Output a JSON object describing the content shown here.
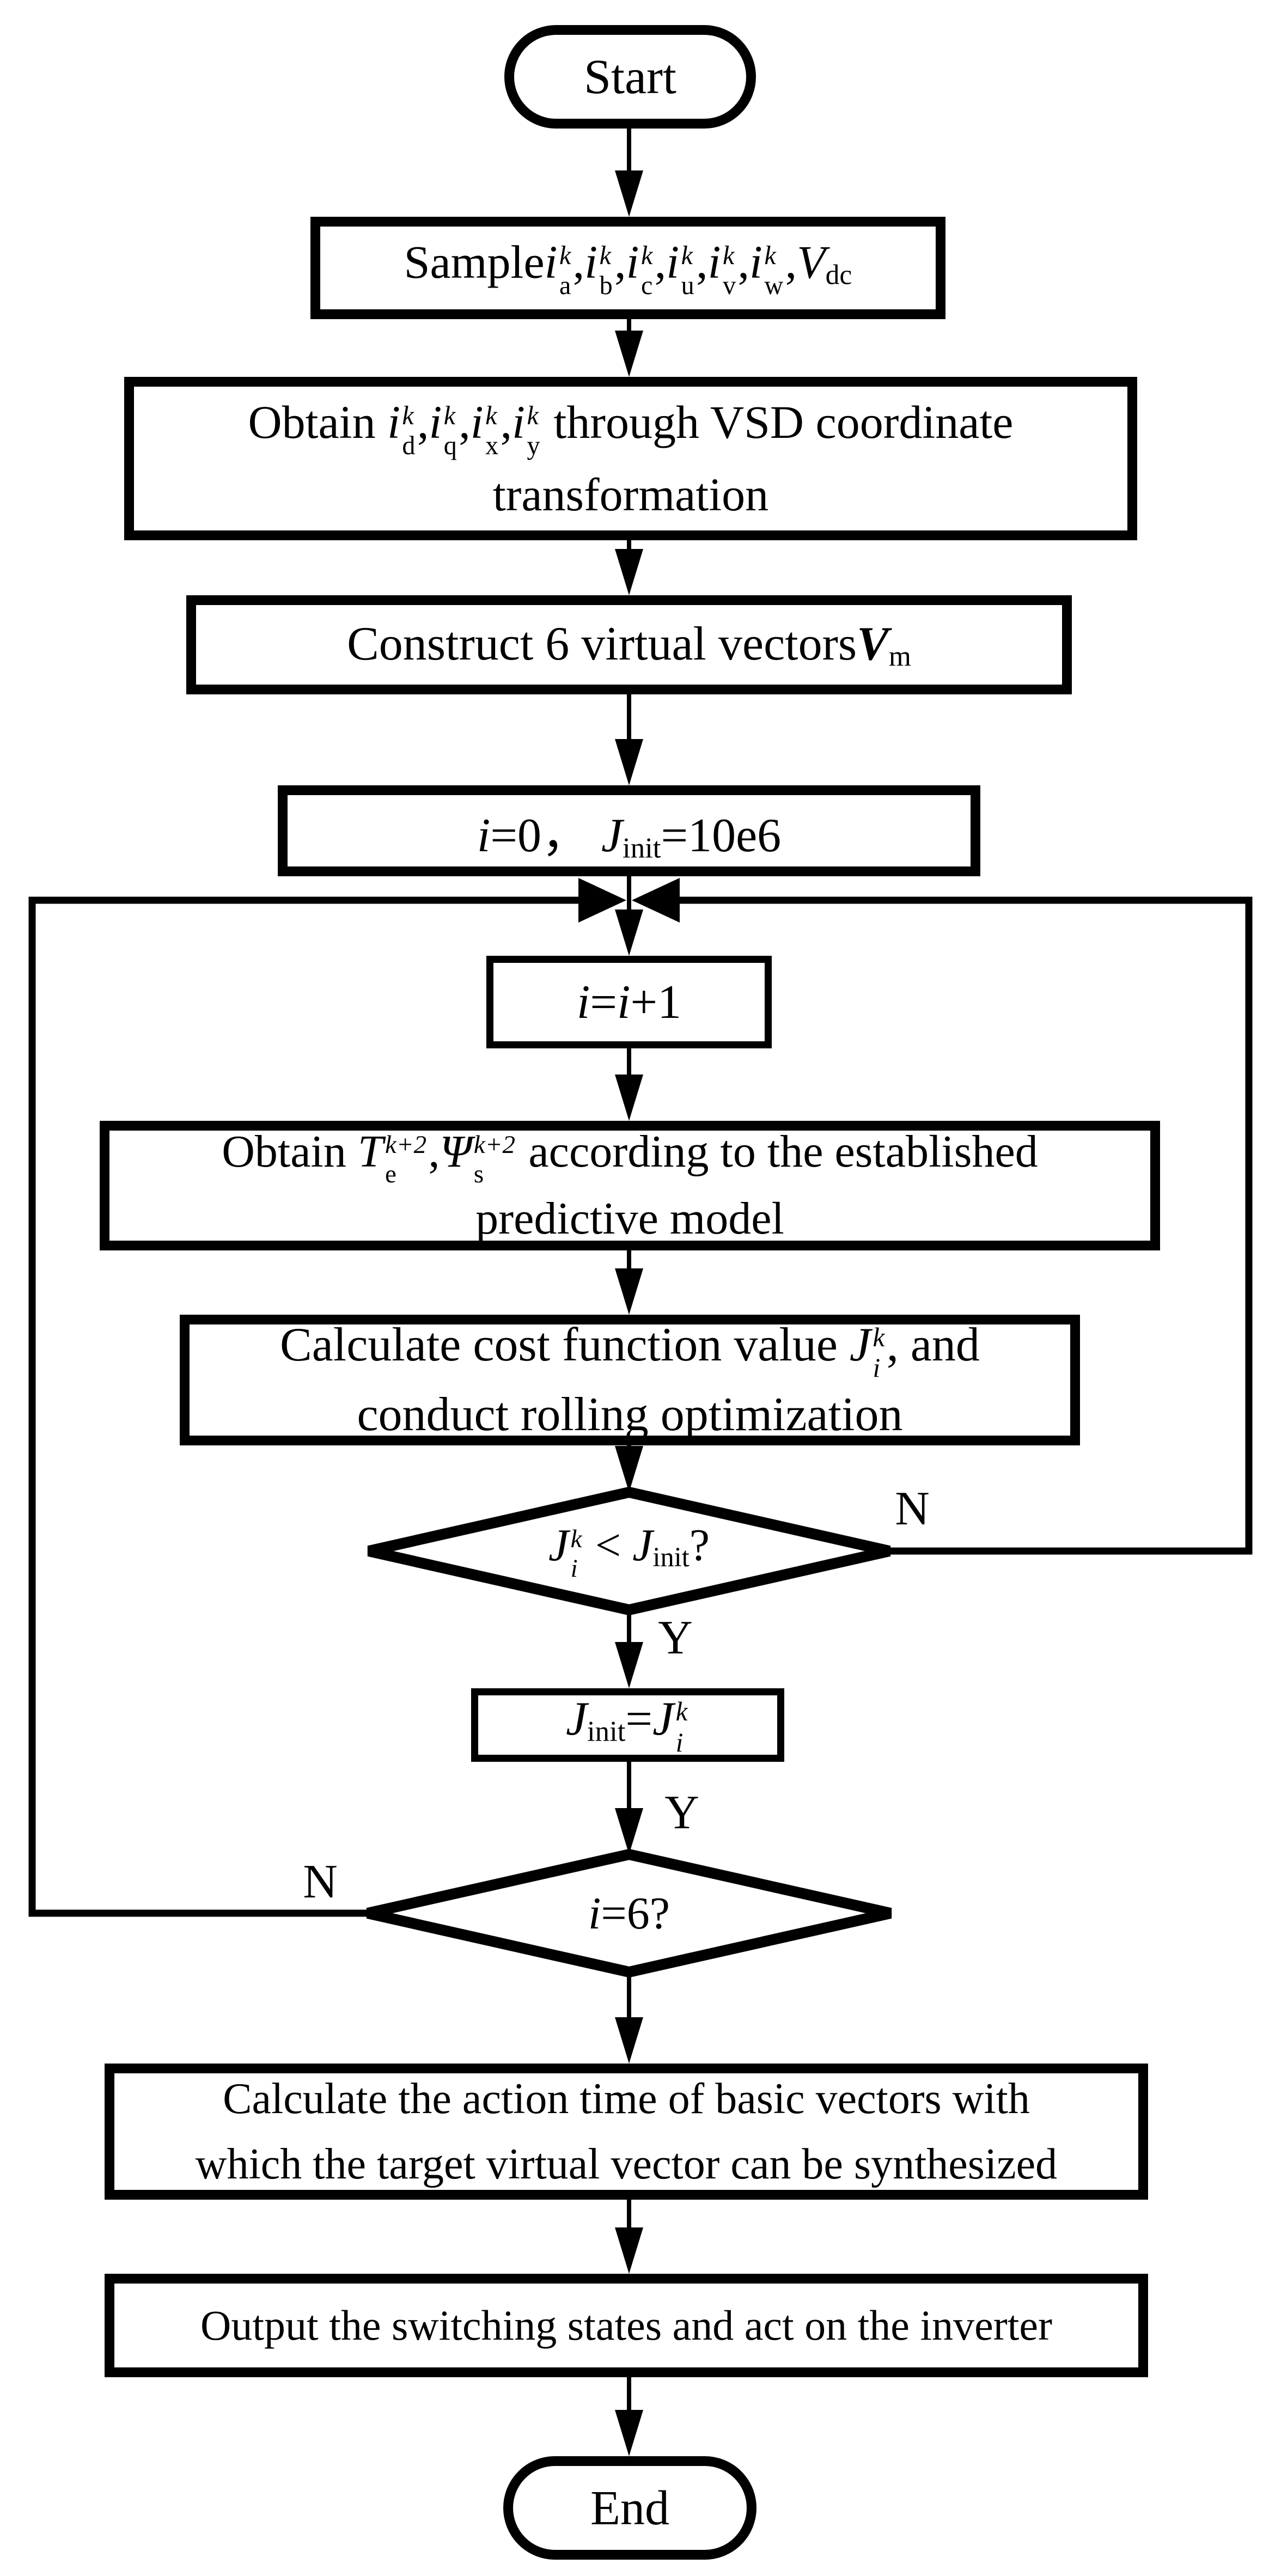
{
  "canvas": {
    "background_color": "#ffffff",
    "stroke_color": "#000000",
    "fill_color": "#ffffff"
  },
  "flowchart": {
    "nodes": {
      "start": {
        "shape": "terminator",
        "text": "Start",
        "segments": [
          {
            "k": "r",
            "s": "Start"
          }
        ]
      },
      "sample": {
        "shape": "process",
        "text": "Sample ia^k, ib^k, ic^k, iu^k, iv^k, iw^k, Vdc",
        "segments": [
          {
            "k": "r",
            "s": "Sample"
          },
          {
            "k": "i",
            "s": "i"
          },
          {
            "k": "st",
            "sup": "k",
            "sub": "a"
          },
          {
            "k": "r",
            "s": ","
          },
          {
            "k": "i",
            "s": "i"
          },
          {
            "k": "st",
            "sup": "k",
            "sub": "b"
          },
          {
            "k": "r",
            "s": ","
          },
          {
            "k": "i",
            "s": "i"
          },
          {
            "k": "st",
            "sup": "k",
            "sub": "c"
          },
          {
            "k": "r",
            "s": ","
          },
          {
            "k": "i",
            "s": "i"
          },
          {
            "k": "st",
            "sup": "k",
            "sub": "u"
          },
          {
            "k": "r",
            "s": ","
          },
          {
            "k": "i",
            "s": "i"
          },
          {
            "k": "st",
            "sup": "k",
            "sub": "v"
          },
          {
            "k": "r",
            "s": ","
          },
          {
            "k": "i",
            "s": "i"
          },
          {
            "k": "st",
            "sup": "k",
            "sub": "w"
          },
          {
            "k": "r",
            "s": ","
          },
          {
            "k": "i",
            "s": "V"
          },
          {
            "k": "sb",
            "s": "dc"
          }
        ]
      },
      "vsd": {
        "shape": "process",
        "text": "Obtain id^k, iq^k, ix^k, iy^k through VSD coordinate transformation",
        "segments": [
          {
            "k": "r",
            "s": "Obtain "
          },
          {
            "k": "i",
            "s": "i"
          },
          {
            "k": "st",
            "sup": "k",
            "sub": "d"
          },
          {
            "k": "r",
            "s": ","
          },
          {
            "k": "i",
            "s": "i"
          },
          {
            "k": "st",
            "sup": "k",
            "sub": "q"
          },
          {
            "k": "r",
            "s": ","
          },
          {
            "k": "i",
            "s": "i"
          },
          {
            "k": "st",
            "sup": "k",
            "sub": "x"
          },
          {
            "k": "r",
            "s": ","
          },
          {
            "k": "i",
            "s": "i"
          },
          {
            "k": "st",
            "sup": "k",
            "sub": "y"
          },
          {
            "k": "r",
            "s": " through VSD coordinate"
          },
          {
            "k": "br"
          },
          {
            "k": "r",
            "s": "transformation"
          }
        ]
      },
      "construct": {
        "shape": "process",
        "text": "Construct 6 virtual vectors Vm",
        "segments": [
          {
            "k": "r",
            "s": "Construct 6 virtual vectors"
          },
          {
            "k": "bi",
            "s": "V"
          },
          {
            "k": "sb",
            "s": "m"
          }
        ]
      },
      "init": {
        "shape": "process",
        "text": "i=0, Jinit=10e6",
        "segments": [
          {
            "k": "i",
            "s": "i"
          },
          {
            "k": "r",
            "s": "=0， "
          },
          {
            "k": "i",
            "s": "J"
          },
          {
            "k": "sb",
            "s": "init"
          },
          {
            "k": "r",
            "s": "=10e6"
          }
        ]
      },
      "inc": {
        "shape": "process",
        "text": "i=i+1",
        "segments": [
          {
            "k": "i",
            "s": "i"
          },
          {
            "k": "r",
            "s": "="
          },
          {
            "k": "i",
            "s": "i"
          },
          {
            "k": "r",
            "s": "+1"
          }
        ]
      },
      "predict": {
        "shape": "process",
        "text": "Obtain Te^(k+2), Ψs^(k+2) according to the established predictive model",
        "segments": [
          {
            "k": "r",
            "s": "Obtain "
          },
          {
            "k": "i",
            "s": "T"
          },
          {
            "k": "st",
            "sup": "k+2",
            "sub": "e"
          },
          {
            "k": "r",
            "s": ","
          },
          {
            "k": "i",
            "s": "Ψ"
          },
          {
            "k": "st",
            "sup": "k+2",
            "sub": "s"
          },
          {
            "k": "r",
            "s": " according to the established"
          },
          {
            "k": "br"
          },
          {
            "k": "r",
            "s": "predictive model"
          }
        ]
      },
      "cost": {
        "shape": "process",
        "text": "Calculate cost function value Ji^k, and conduct rolling optimization",
        "segments": [
          {
            "k": "r",
            "s": "Calculate cost function value "
          },
          {
            "k": "i",
            "s": "J"
          },
          {
            "k": "st",
            "sup": "k",
            "sub": "i",
            "subIt": true
          },
          {
            "k": "r",
            "s": ", and"
          },
          {
            "k": "br"
          },
          {
            "k": "r",
            "s": "conduct rolling optimization"
          }
        ]
      },
      "cost_check": {
        "shape": "decision",
        "text": "Ji^k < Jinit?",
        "segments": [
          {
            "k": "i",
            "s": "J"
          },
          {
            "k": "st",
            "sup": "k",
            "sub": "i",
            "subIt": true
          },
          {
            "k": "r",
            "s": " < "
          },
          {
            "k": "i",
            "s": "J"
          },
          {
            "k": "sb",
            "s": "init"
          },
          {
            "k": "r",
            "s": "?"
          }
        ]
      },
      "assign": {
        "shape": "process",
        "text": "Jinit=Ji^k",
        "segments": [
          {
            "k": "i",
            "s": "J"
          },
          {
            "k": "sb",
            "s": "init"
          },
          {
            "k": "r",
            "s": "="
          },
          {
            "k": "i",
            "s": "J"
          },
          {
            "k": "st",
            "sup": "k",
            "sub": "i",
            "subIt": true
          }
        ]
      },
      "loop_check": {
        "shape": "decision",
        "text": "i=6?",
        "segments": [
          {
            "k": "i",
            "s": "i"
          },
          {
            "k": "r",
            "s": "=6?"
          }
        ]
      },
      "action": {
        "shape": "process",
        "text": "Calculate the action time of basic vectors with which the target virtual vector can be synthesized",
        "segments": [
          {
            "k": "r",
            "s": "Calculate the action time of basic vectors with"
          },
          {
            "k": "br"
          },
          {
            "k": "r",
            "s": "which the target virtual vector can be synthesized"
          }
        ]
      },
      "output": {
        "shape": "process",
        "text": "Output the switching states and act on the inverter",
        "segments": [
          {
            "k": "r",
            "s": "Output the switching states and act on the inverter"
          }
        ]
      },
      "end": {
        "shape": "terminator",
        "text": "End",
        "segments": [
          {
            "k": "r",
            "s": "End"
          }
        ]
      }
    },
    "edge_labels": {
      "no_right": "N",
      "yes_first": "Y",
      "yes_second": "Y",
      "no_left": "N"
    }
  }
}
